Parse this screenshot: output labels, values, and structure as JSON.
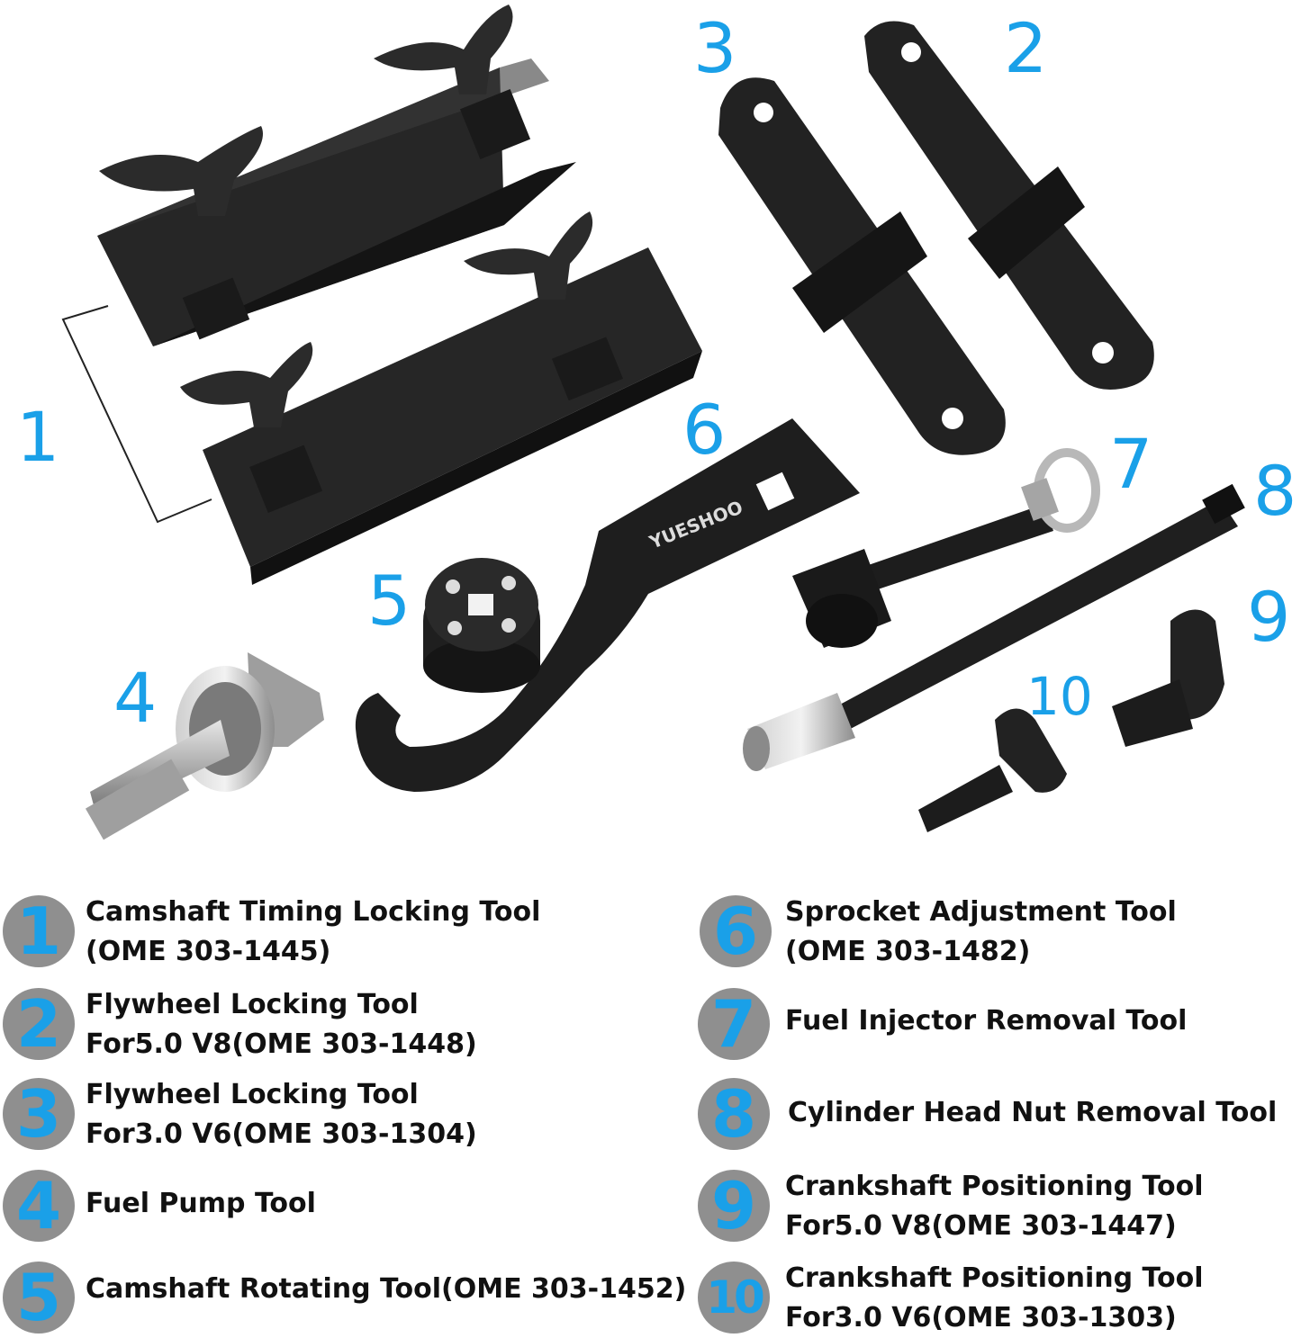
{
  "callouts": [
    "1",
    "2",
    "3",
    "4",
    "5",
    "6",
    "7",
    "8",
    "9",
    "10"
  ],
  "brand_logo": "YUESHOO",
  "legend": [
    {
      "number": "1",
      "line1": "Camshaft Timing Locking Tool",
      "line2": "(OME 303-1445)"
    },
    {
      "number": "2",
      "line1": "Flywheel Locking Tool",
      "line2": "For5.0 V8(OME 303-1448)"
    },
    {
      "number": "3",
      "line1": "Flywheel Locking Tool",
      "line2": "For3.0 V6(OME 303-1304)"
    },
    {
      "number": "4",
      "line1": "Fuel Pump Tool",
      "line2": ""
    },
    {
      "number": "5",
      "line1": "Camshaft Rotating Tool(OME 303-1452)",
      "line2": ""
    },
    {
      "number": "6",
      "line1": "Sprocket Adjustment Tool",
      "line2": "(OME 303-1482)"
    },
    {
      "number": "7",
      "line1": "Fuel Injector Removal Tool",
      "line2": ""
    },
    {
      "number": "8",
      "line1": "Cylinder Head Nut Removal Tool",
      "line2": ""
    },
    {
      "number": "9",
      "line1": "Crankshaft Positioning Tool",
      "line2": "For5.0 V8(OME 303-1447)"
    },
    {
      "number": "10",
      "line1": "Crankshaft Positioning Tool",
      "line2": "For3.0 V6(OME 303-1303)"
    }
  ],
  "colors": {
    "accent": "#1aa0e8",
    "badge": "#8f8f8f",
    "tool": "#1c1c1c",
    "metal": "#b8b8b8"
  }
}
